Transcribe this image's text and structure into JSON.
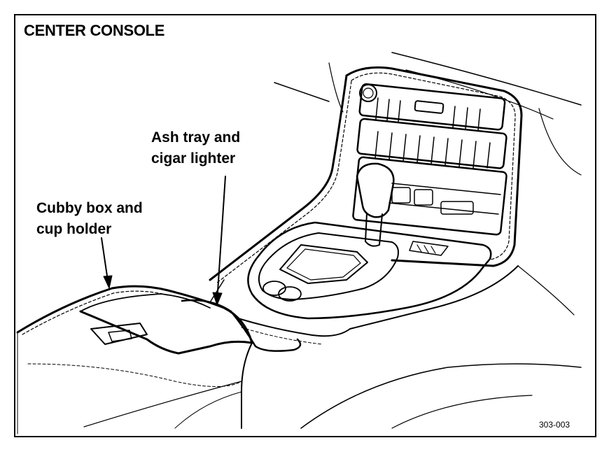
{
  "title": "CENTER CONSOLE",
  "labels": {
    "ash_tray": "Ash tray and\ncigar lighter",
    "cubby_box": "Cubby box and\ncup holder"
  },
  "figure_code": "303-003"
}
